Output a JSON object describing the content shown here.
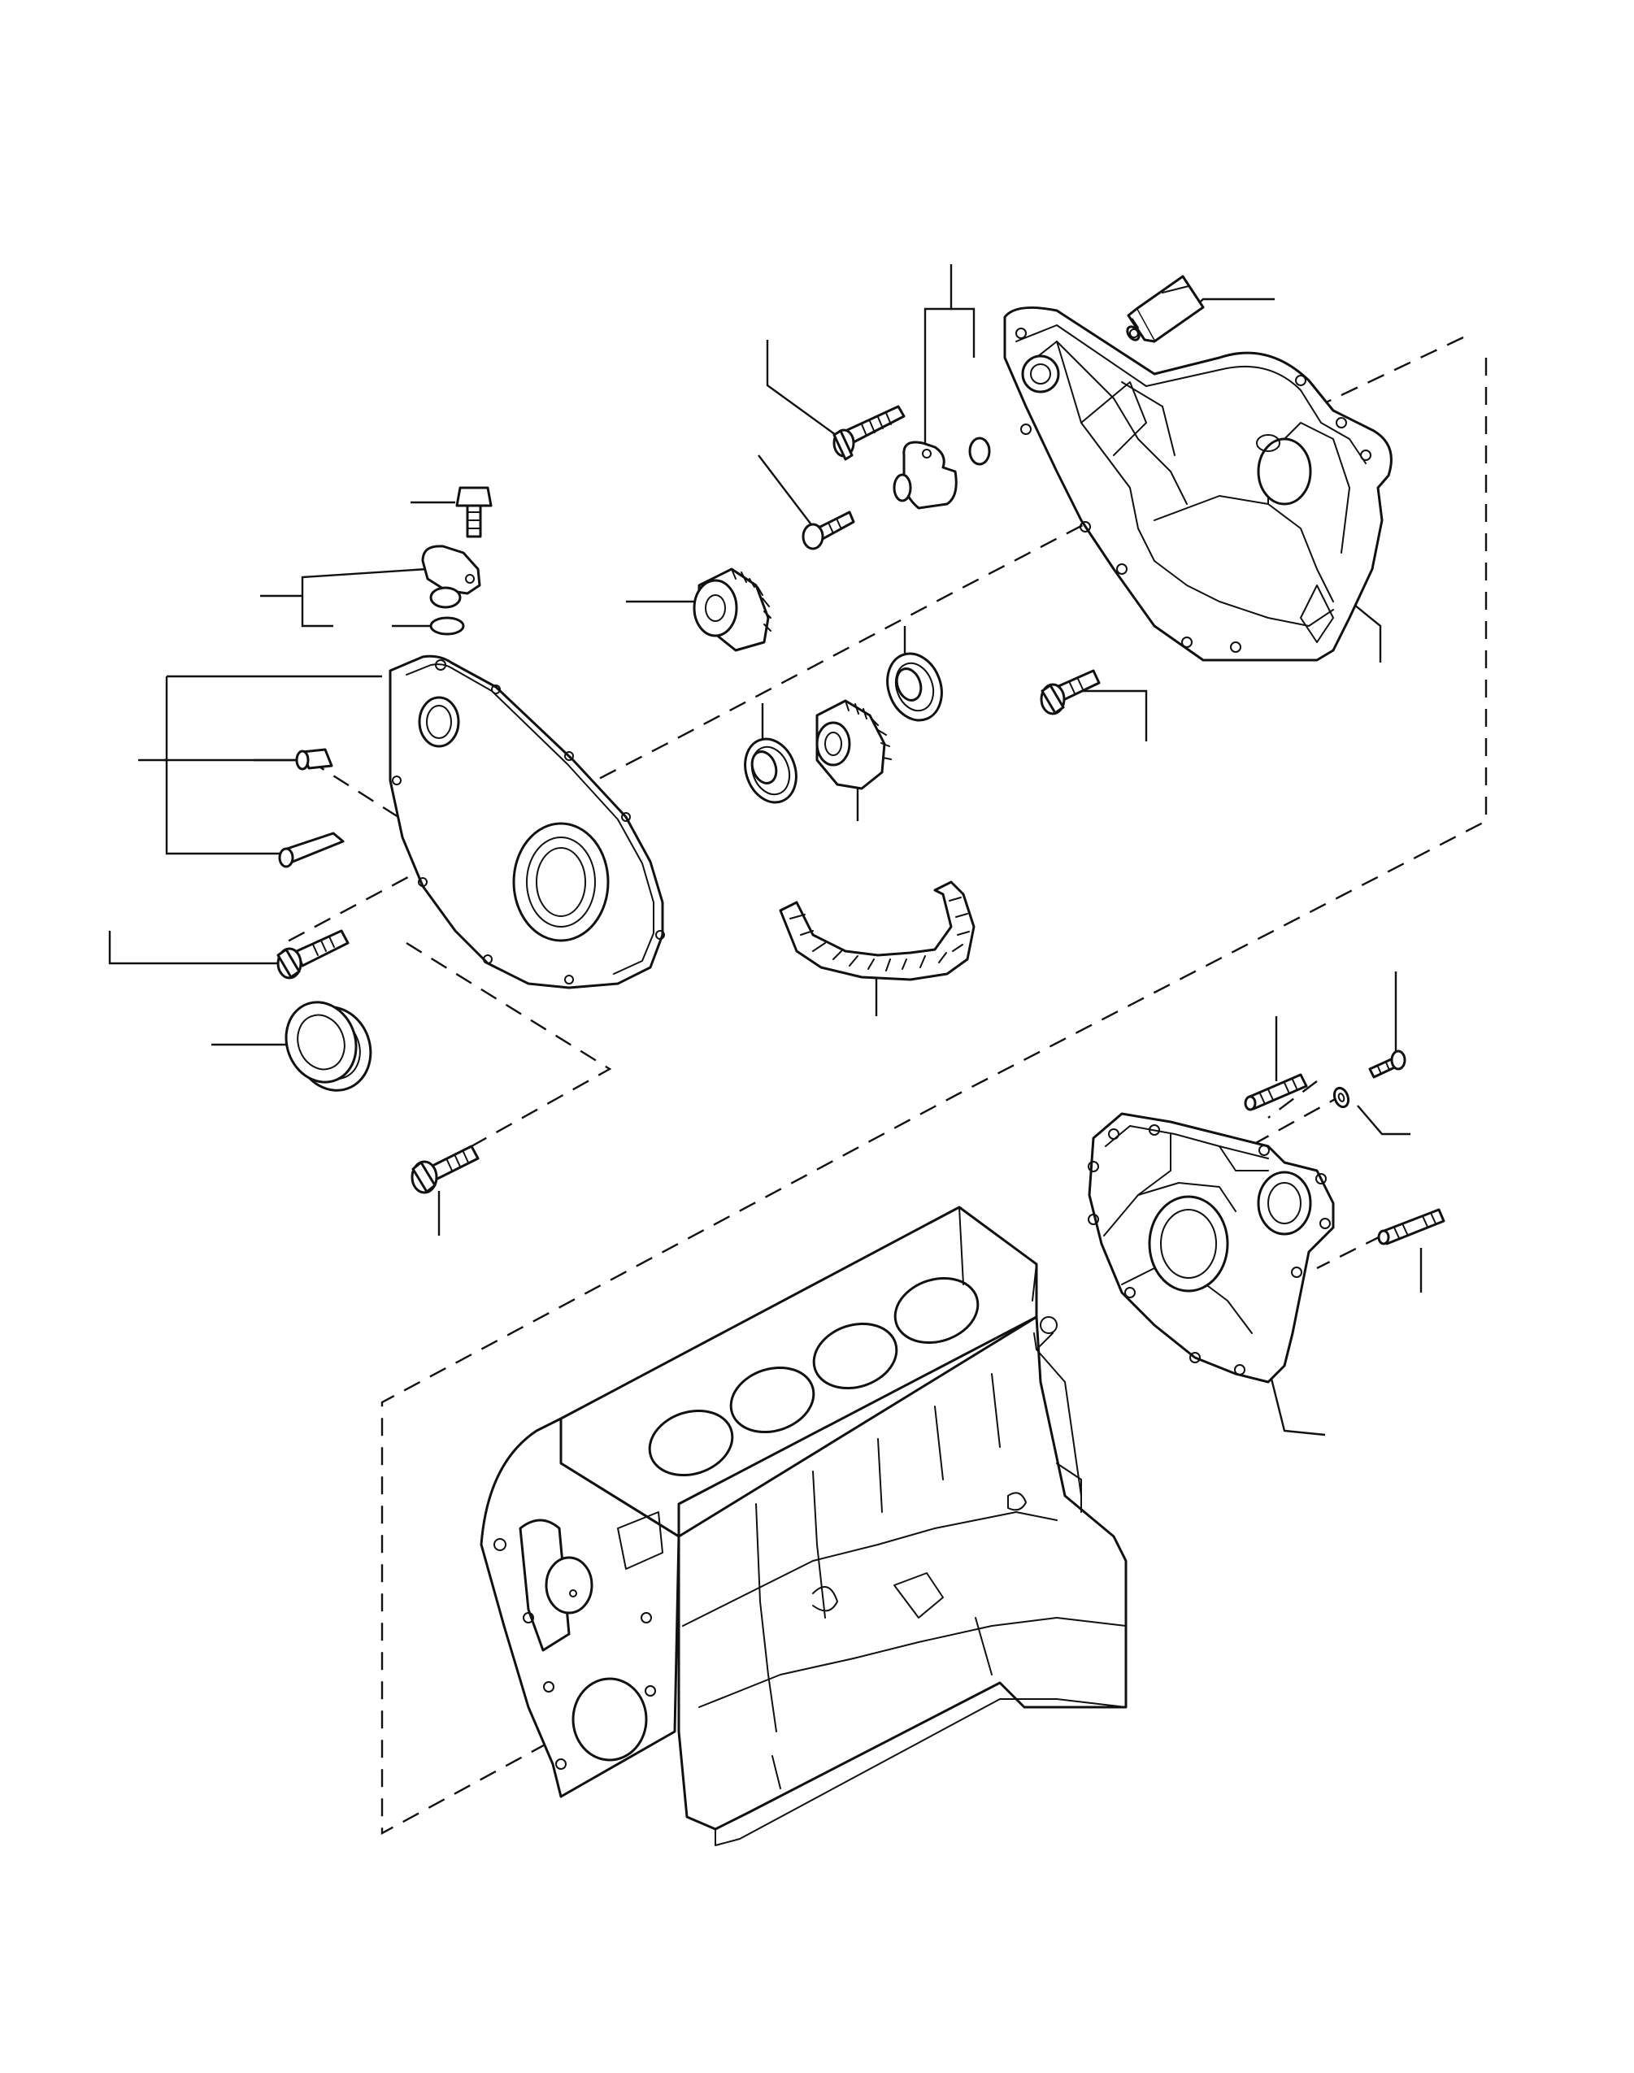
{
  "diagram": {
    "parts": [
      {
        "id": "sealant-tube",
        "icon": "tube-icon"
      },
      {
        "id": "rear-timing-plate",
        "icon": "plate-icon"
      },
      {
        "id": "bolt-upper",
        "icon": "bolt-icon"
      },
      {
        "id": "sensor-bracket-upper",
        "icon": "sensor-icon"
      },
      {
        "id": "o-ring-upper",
        "icon": "o-ring-icon"
      },
      {
        "id": "bolt-mid",
        "icon": "bolt-icon"
      },
      {
        "id": "camshaft-sprocket",
        "icon": "sprocket-icon"
      },
      {
        "id": "sensor-bolt-left",
        "icon": "bolt-icon"
      },
      {
        "id": "sensor-left",
        "icon": "sensor-icon"
      },
      {
        "id": "o-ring-left",
        "icon": "o-ring-icon"
      },
      {
        "id": "front-timing-cover",
        "icon": "cover-icon"
      },
      {
        "id": "dowel-short",
        "icon": "dowel-icon"
      },
      {
        "id": "dowel-long",
        "icon": "dowel-icon"
      },
      {
        "id": "cover-bolt",
        "icon": "bolt-icon"
      },
      {
        "id": "oil-seal",
        "icon": "seal-icon"
      },
      {
        "id": "idler-bearing-left",
        "icon": "bearing-icon"
      },
      {
        "id": "idler-gear",
        "icon": "gear-icon"
      },
      {
        "id": "idler-bearing-right",
        "icon": "bearing-icon"
      },
      {
        "id": "plate-bolt-right",
        "icon": "bolt-icon"
      },
      {
        "id": "timing-chain",
        "icon": "chain-icon"
      },
      {
        "id": "block-bolt",
        "icon": "bolt-icon"
      },
      {
        "id": "stud-upper",
        "icon": "stud-icon"
      },
      {
        "id": "screw-small",
        "icon": "screw-icon"
      },
      {
        "id": "washer-small",
        "icon": "washer-icon"
      },
      {
        "id": "rear-cover-plate",
        "icon": "plate-icon"
      },
      {
        "id": "stud-lower",
        "icon": "stud-icon"
      },
      {
        "id": "cylinder-block",
        "icon": "engine-block-icon"
      }
    ]
  }
}
